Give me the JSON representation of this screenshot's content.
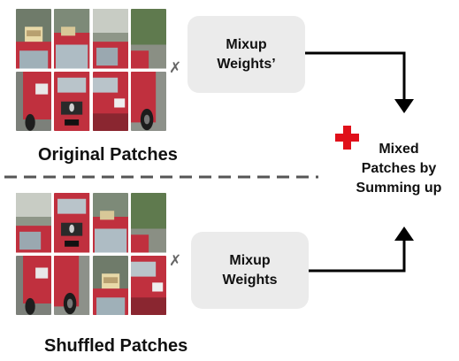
{
  "original": {
    "caption": "Original Patches",
    "weight_label": "Mixup\nWeights’",
    "patches": [
      "roof-sign",
      "roof-mid",
      "street-left",
      "street-right",
      "front-left",
      "front-grille",
      "front-right",
      "wheel-right"
    ]
  },
  "shuffled": {
    "caption": "Shuffled Patches",
    "weight_label": "Mixup\nWeights",
    "patches": [
      "street-left",
      "front-grille",
      "roof-mid",
      "street-right",
      "front-left",
      "wheel-right",
      "roof-sign",
      "front-right"
    ]
  },
  "result_label": "Mixed\nPatches  by\nSumming up",
  "operator_symbols": {
    "multiply": "✗",
    "plus": "+"
  },
  "colors": {
    "car_red": "#c0303e",
    "plus_red": "#e0101a",
    "box_gray": "#ebebeb",
    "arrow": "#000000",
    "divider": "#555555"
  }
}
